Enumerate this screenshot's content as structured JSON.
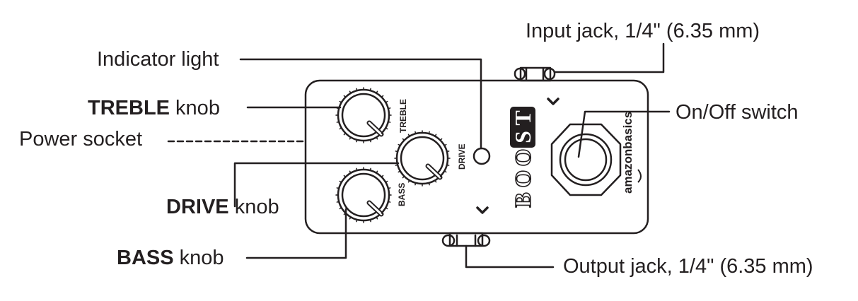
{
  "callouts": {
    "input_jack": "Input jack, 1/4\" (6.35 mm)",
    "indicator_light": "Indicator light",
    "treble_bold": "TREBLE",
    "treble_rest": " knob",
    "power_socket": "Power socket",
    "on_off_switch": "On/Off switch",
    "drive_bold": "DRIVE",
    "drive_rest": " knob",
    "bass_bold": "BASS",
    "bass_rest": " knob",
    "output_jack": "Output jack, 1/4\" (6.35 mm)"
  },
  "pedal": {
    "treble_label": "TREBLE",
    "drive_label": "DRIVE",
    "bass_label": "BASS",
    "logo_letters": [
      "B",
      "O",
      "O",
      "S",
      "T"
    ],
    "brand": "amazonbasics"
  },
  "colors": {
    "ink": "#231f20",
    "background": "#ffffff"
  }
}
